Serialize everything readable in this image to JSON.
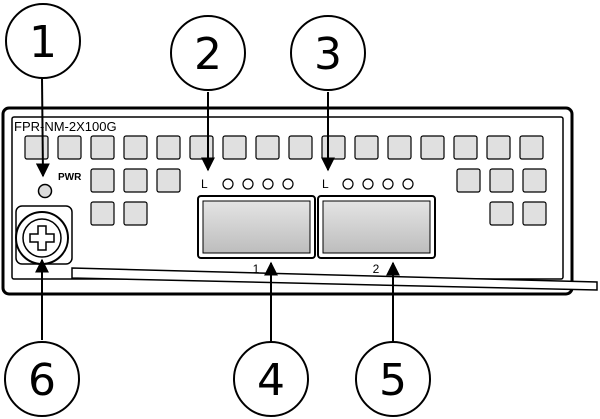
{
  "module": {
    "model_label": "FPR-NM-2X100G",
    "power_label": "PWR",
    "link_label_1": "L",
    "link_label_2": "L",
    "port_label_1": "1",
    "port_label_2": "2"
  },
  "callouts": [
    "1",
    "2",
    "3",
    "4",
    "5",
    "6"
  ],
  "colors": {
    "vent_fill": "#e0e0e0",
    "port_fill": "#d6d6d6",
    "outline": "#000000"
  }
}
